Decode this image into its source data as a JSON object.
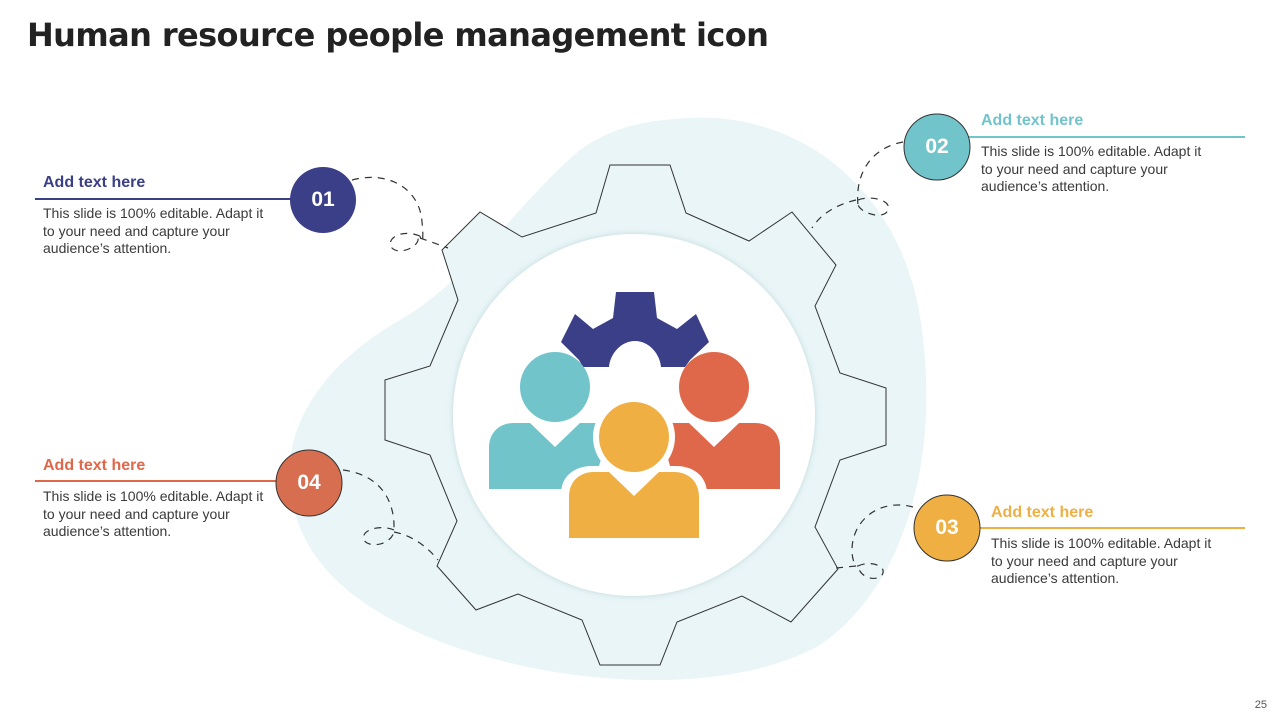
{
  "slide": {
    "title": "Human resource people management icon",
    "page_number": "25"
  },
  "colors": {
    "navy": "#3a3f87",
    "teal": "#72c4cb",
    "amber": "#efaf42",
    "orange": "#e0684a",
    "blob": "#e9f5f7",
    "text": "#3a3a3a",
    "title": "#222222"
  },
  "items": [
    {
      "number": "01",
      "heading": "Add text here",
      "body": "This slide is 100% editable. Adapt it to your need and capture your audience’s attention.",
      "color": "#3a3f87"
    },
    {
      "number": "02",
      "heading": "Add text here",
      "body": "This slide is 100% editable. Adapt it to your need and capture your audience’s attention.",
      "color": "#72c4cb"
    },
    {
      "number": "03",
      "heading": "Add text here",
      "body": "This slide is 100% editable. Adapt it to your need and capture your audience’s attention.",
      "color": "#efaf42"
    },
    {
      "number": "04",
      "heading": "Add text here",
      "body": "This slide is 100% editable. Adapt it to your need and capture your audience’s attention.",
      "color": "#e0684a"
    }
  ],
  "center_icon": {
    "name": "people-with-gear-icon",
    "people": [
      "teal-person",
      "orange-person",
      "amber-person"
    ],
    "gear_color": "#3a3f87"
  }
}
